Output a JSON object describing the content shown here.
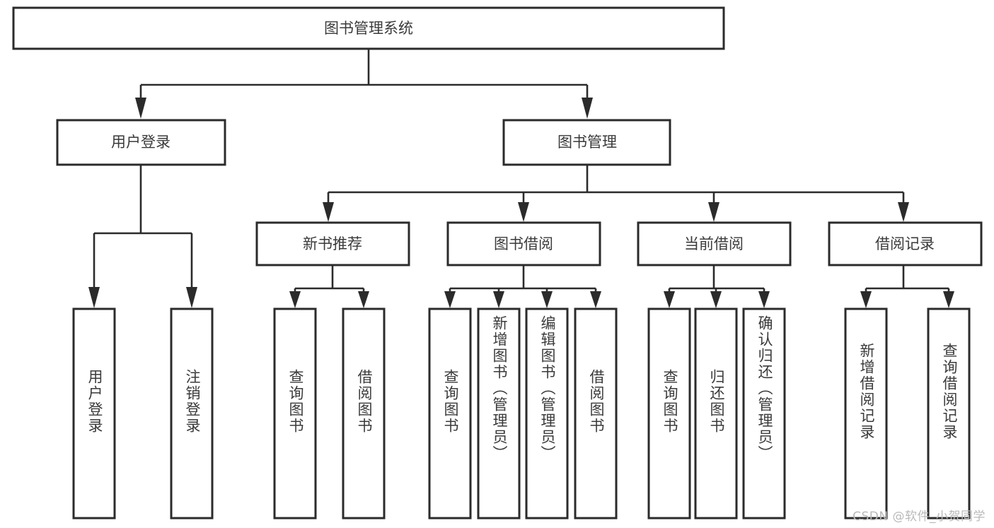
{
  "diagram": {
    "type": "tree",
    "title": "图书管理系统",
    "orientation": "top-down",
    "root": {
      "id": "root",
      "label": "图书管理系统"
    },
    "level2": [
      {
        "id": "user-login",
        "label": "用户登录"
      },
      {
        "id": "book-management",
        "label": "图书管理"
      }
    ],
    "level3": [
      {
        "id": "new-book-recommend",
        "label": "新书推荐",
        "parent": "book-management"
      },
      {
        "id": "book-borrow",
        "label": "图书借阅",
        "parent": "book-management"
      },
      {
        "id": "current-borrow",
        "label": "当前借阅",
        "parent": "book-management"
      },
      {
        "id": "borrow-record",
        "label": "借阅记录",
        "parent": "book-management"
      }
    ],
    "leaves": {
      "user-login": [
        {
          "id": "leaf-user-login",
          "label": "用户登录"
        },
        {
          "id": "leaf-user-logout",
          "label": "注销登录"
        }
      ],
      "new-book-recommend": [
        {
          "id": "leaf-query-book-1",
          "label": "查询图书"
        },
        {
          "id": "leaf-borrow-book-1",
          "label": "借阅图书"
        }
      ],
      "book-borrow": [
        {
          "id": "leaf-query-book-2",
          "label": "查询图书"
        },
        {
          "id": "leaf-add-book",
          "label": "新增图书（管理员）"
        },
        {
          "id": "leaf-edit-book",
          "label": "编辑图书（管理员）"
        },
        {
          "id": "leaf-borrow-book-2",
          "label": "借阅图书"
        }
      ],
      "current-borrow": [
        {
          "id": "leaf-query-book-3",
          "label": "查询图书"
        },
        {
          "id": "leaf-return-book",
          "label": "归还图书"
        },
        {
          "id": "leaf-confirm-return",
          "label": "确认归还（管理员）"
        }
      ],
      "borrow-record": [
        {
          "id": "leaf-add-record",
          "label": "新增借阅记录"
        },
        {
          "id": "leaf-query-record",
          "label": "查询借阅记录"
        }
      ]
    }
  },
  "watermark": {
    "text": "CSDN @软件_小贺同学"
  },
  "colors": {
    "box_border": "#2b2b2b",
    "box_fill": "#ffffff",
    "text": "#3a3a3a",
    "connector": "#2b2b2b",
    "watermark": "#b9b9b9",
    "background": "#ffffff"
  }
}
